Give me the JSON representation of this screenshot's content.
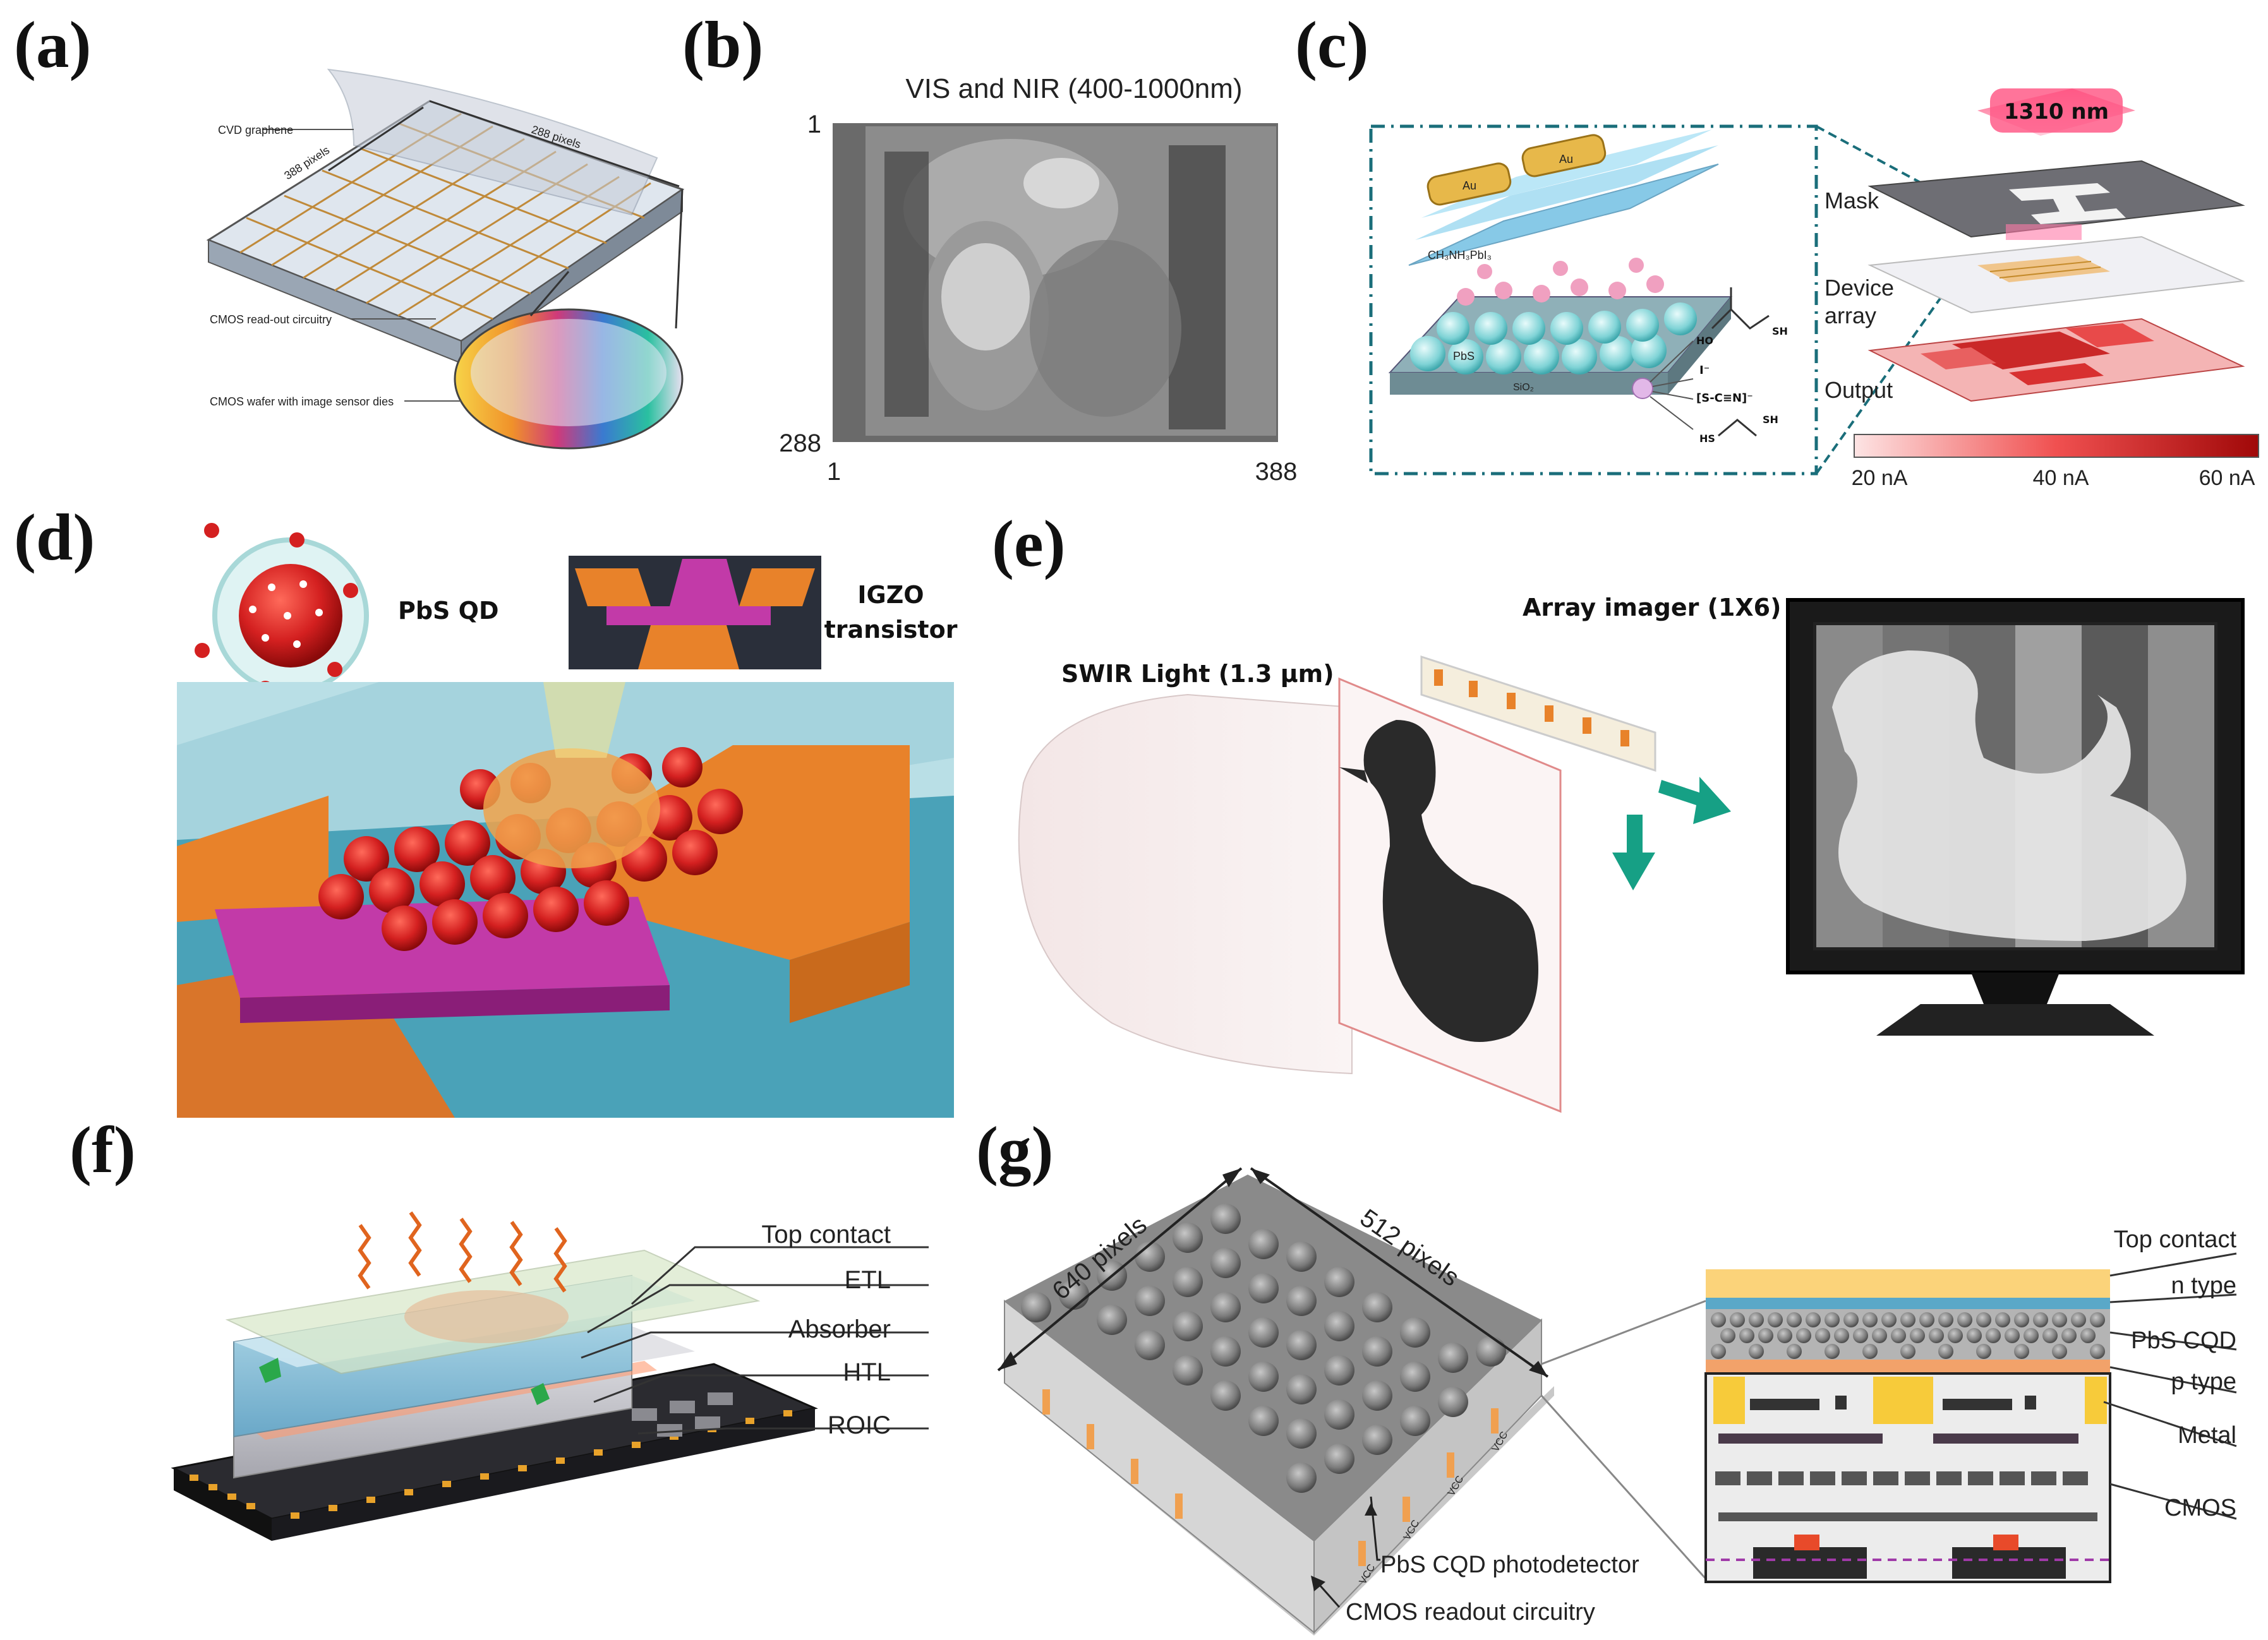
{
  "panels": {
    "a": {
      "letter": "(a)",
      "labels": {
        "graphene": "CVD graphene",
        "pixels_w": "288 pixels",
        "pixels_h": "388 pixels",
        "readout": "CMOS read-out circuitry",
        "wafer": "CMOS wafer with image sensor dies"
      }
    },
    "b": {
      "letter": "(b)",
      "title": "VIS and NIR (400-1000nm)",
      "y_top": "1",
      "y_bottom": "288",
      "x_left": "1",
      "x_right": "388"
    },
    "c": {
      "letter": "(c)",
      "wavelength": "1310 nm",
      "mask": "Mask",
      "device_line1": "Device",
      "device_line2": "array",
      "output": "Output",
      "scale_min": "20 nA",
      "scale_mid": "40 nA",
      "scale_max": "60 nA",
      "electrode": "Au",
      "perovskite": "CH₃NH₃PbI₃",
      "dot": "PbS",
      "substrate": "SiO₂",
      "ligand_iodide": "I⁻",
      "ligand_thiocyanate": "[S-C≡N]⁻",
      "ligand_acid_ho": "HO",
      "ligand_acid_sh": "SH",
      "ligand_ethane_hs": "HS",
      "ligand_ethane_sh": "SH"
    },
    "d": {
      "letter": "(d)",
      "qd": "PbS QD",
      "igzo1": "IGZO",
      "igzo2": "transistor"
    },
    "e": {
      "letter": "(e)",
      "array": "Array imager (1X6)",
      "swir": "SWIR Light (1.3 μm)"
    },
    "f": {
      "letter": "(f)",
      "layers": [
        "Top contact",
        "ETL",
        "Absorber",
        "HTL",
        "ROIC"
      ]
    },
    "g": {
      "letter": "(g)",
      "px640": "640 pixels",
      "px512": "512 pixels",
      "photodetector": "PbS CQD photodetector",
      "readout": "CMOS readout circuitry",
      "vcc": "VCC",
      "layers": [
        "Top contact",
        "n type",
        "PbS CQD",
        "p type",
        "Metal",
        "CMOS"
      ]
    }
  },
  "colors": {
    "orange_gold": "#e8822a",
    "qd_red": "#d42020",
    "magenta": "#c23aa8",
    "teal": "#1aa58a",
    "heat_dark": "#c20f0f"
  }
}
